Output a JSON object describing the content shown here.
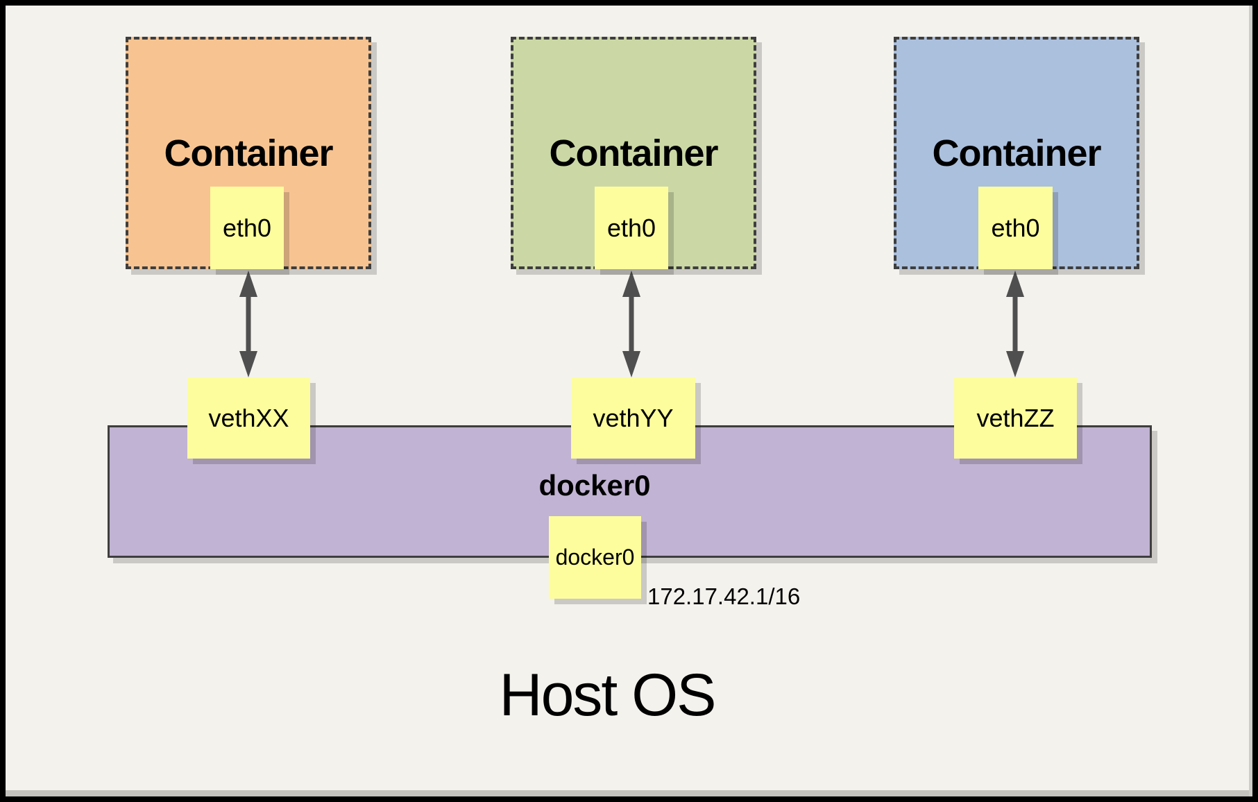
{
  "page": {
    "background": "#F4F2ED",
    "frame_color": "#000000"
  },
  "diagram": {
    "containers": [
      {
        "label": "Container",
        "interface_label": "eth0",
        "veth_label": "vethXX",
        "fill": "#F7C491"
      },
      {
        "label": "Container",
        "interface_label": "eth0",
        "veth_label": "vethYY",
        "fill": "#CBD8A5"
      },
      {
        "label": "Container",
        "interface_label": "eth0",
        "veth_label": "vethZZ",
        "fill": "#ABC0DD"
      }
    ],
    "bridge": {
      "name": "docker0",
      "interface_label": "docker0",
      "ip": "172.17.42.1/16",
      "fill": "#C1B3D3"
    },
    "host_label": "Host OS",
    "note_colors": {
      "interface_fill": "#FDFD9D",
      "border": "#3E3E3E",
      "arrow": "#4F4F4F"
    }
  }
}
